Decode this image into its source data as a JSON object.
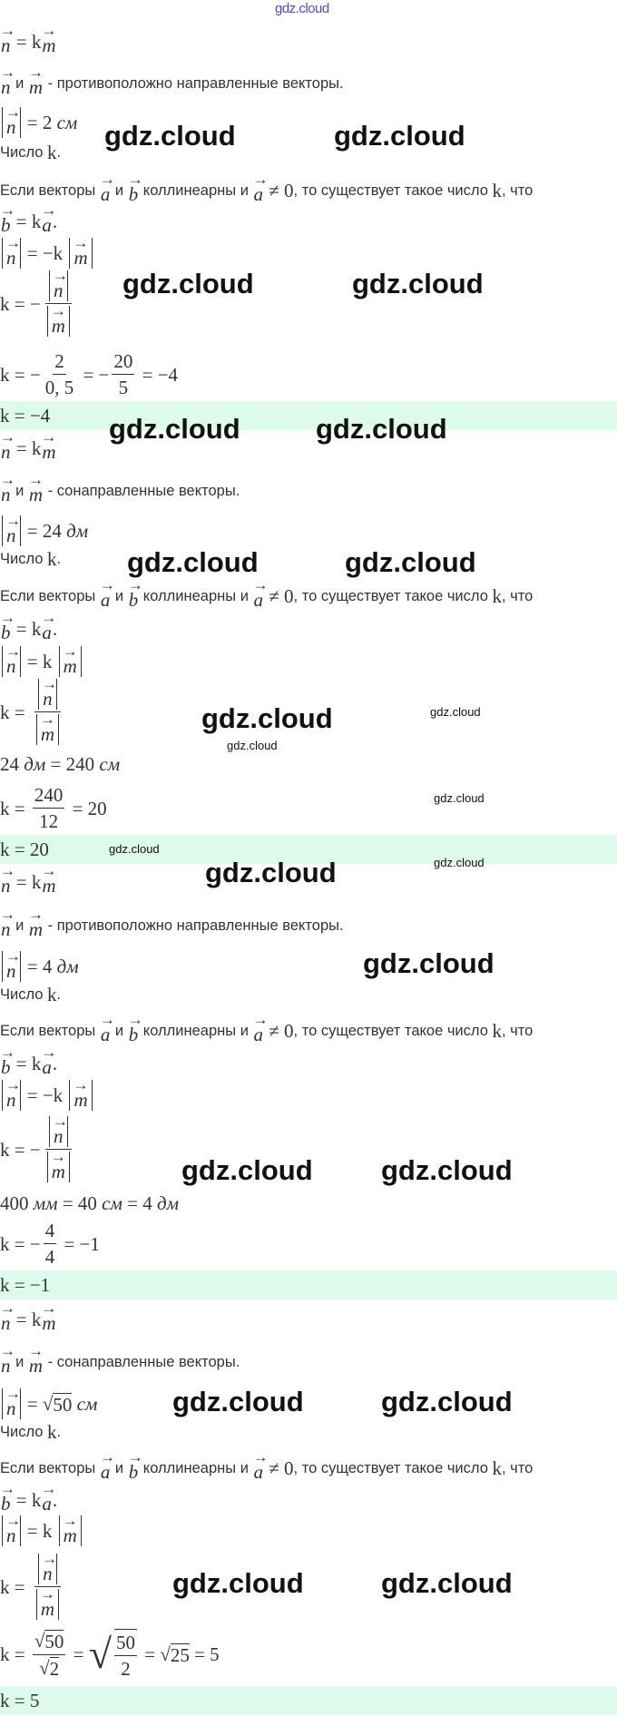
{
  "watermark": "gdz.cloud",
  "answer_bg": "#dcfbea",
  "sections": [
    {
      "lines": [
        [
          {
            "vec": "n"
          },
          {
            "math": " = k"
          },
          {
            "vec": "m"
          }
        ],
        [
          {
            "vec": "n"
          },
          {
            "txt": " и "
          },
          {
            "vec": "m"
          },
          {
            "txt": " - противоположно направленные векторы."
          }
        ],
        [
          {
            "abs": "n"
          },
          {
            "math": " = 2 "
          },
          {
            "unit": "см"
          }
        ],
        [
          {
            "txt": "Число "
          },
          {
            "math": "k"
          },
          {
            "txt": "."
          }
        ],
        [
          {
            "txt": "Если векторы "
          },
          {
            "vec": "a"
          },
          {
            "txt": " и "
          },
          {
            "vec": "b"
          },
          {
            "txt": " коллинеарны и "
          },
          {
            "vec": "a"
          },
          {
            "math": " ≠ 0"
          },
          {
            "txt": ", то существует такое число "
          },
          {
            "math": "k"
          },
          {
            "txt": ", что"
          }
        ],
        [
          {
            "vec": "b"
          },
          {
            "math": " = k"
          },
          {
            "vec": "a"
          },
          {
            "math": "."
          }
        ],
        [
          {
            "abs": "n"
          },
          {
            "math": " = −k "
          },
          {
            "abs": "m"
          }
        ],
        [
          {
            "math": "k = −"
          },
          {
            "frac": {
              "num": [
                {
                  "abs": "n"
                }
              ],
              "den": [
                {
                  "abs": "m"
                }
              ]
            }
          }
        ],
        [
          {
            "math": "k = −"
          },
          {
            "frac": {
              "num": [
                {
                  "math": "2"
                }
              ],
              "den": [
                {
                  "math": "0, 5"
                }
              ]
            }
          },
          {
            "math": " = −"
          },
          {
            "frac": {
              "num": [
                {
                  "math": "20"
                }
              ],
              "den": [
                {
                  "math": "5"
                }
              ]
            }
          },
          {
            "math": " = −4"
          }
        ]
      ],
      "answer": "k = −4"
    },
    {
      "lines": [
        [
          {
            "vec": "n"
          },
          {
            "math": " = k"
          },
          {
            "vec": "m"
          }
        ],
        [
          {
            "vec": "n"
          },
          {
            "txt": " и "
          },
          {
            "vec": "m"
          },
          {
            "txt": " - сонаправленные векторы."
          }
        ],
        [
          {
            "abs": "n"
          },
          {
            "math": " = 24 "
          },
          {
            "unit": "дм"
          }
        ],
        [
          {
            "txt": "Число "
          },
          {
            "math": "k"
          },
          {
            "txt": "."
          }
        ],
        [
          {
            "txt": "Если векторы "
          },
          {
            "vec": "a"
          },
          {
            "txt": " и "
          },
          {
            "vec": "b"
          },
          {
            "txt": " коллинеарны и "
          },
          {
            "vec": "a"
          },
          {
            "math": " ≠ 0"
          },
          {
            "txt": ", то существует такое число "
          },
          {
            "math": "k"
          },
          {
            "txt": ", что"
          }
        ],
        [
          {
            "vec": "b"
          },
          {
            "math": " = k"
          },
          {
            "vec": "a"
          },
          {
            "math": "."
          }
        ],
        [
          {
            "abs": "n"
          },
          {
            "math": " = k "
          },
          {
            "abs": "m"
          }
        ],
        [
          {
            "math": "k = "
          },
          {
            "frac": {
              "num": [
                {
                  "abs": "n"
                }
              ],
              "den": [
                {
                  "abs": "m"
                }
              ]
            }
          }
        ],
        [
          {
            "math": "24 "
          },
          {
            "unit": "дм"
          },
          {
            "math": " = 240 "
          },
          {
            "unit": "см"
          }
        ],
        [
          {
            "math": "k = "
          },
          {
            "frac": {
              "num": [
                {
                  "math": "240"
                }
              ],
              "den": [
                {
                  "math": "12"
                }
              ]
            }
          },
          {
            "math": " = 20"
          }
        ]
      ],
      "answer": "k = 20"
    },
    {
      "lines": [
        [
          {
            "vec": "n"
          },
          {
            "math": " = k"
          },
          {
            "vec": "m"
          }
        ],
        [
          {
            "vec": "n"
          },
          {
            "txt": " и "
          },
          {
            "vec": "m"
          },
          {
            "txt": " - противоположно направленные векторы."
          }
        ],
        [
          {
            "abs": "n"
          },
          {
            "math": " = 4 "
          },
          {
            "unit": "дм"
          }
        ],
        [
          {
            "txt": "Число "
          },
          {
            "math": "k"
          },
          {
            "txt": "."
          }
        ],
        [
          {
            "txt": "Если векторы "
          },
          {
            "vec": "a"
          },
          {
            "txt": " и "
          },
          {
            "vec": "b"
          },
          {
            "txt": " коллинеарны и "
          },
          {
            "vec": "a"
          },
          {
            "math": " ≠ 0"
          },
          {
            "txt": ", то существует такое число "
          },
          {
            "math": "k"
          },
          {
            "txt": ", что"
          }
        ],
        [
          {
            "vec": "b"
          },
          {
            "math": " = k"
          },
          {
            "vec": "a"
          },
          {
            "math": "."
          }
        ],
        [
          {
            "abs": "n"
          },
          {
            "math": " = −k "
          },
          {
            "abs": "m"
          }
        ],
        [
          {
            "math": "k = −"
          },
          {
            "frac": {
              "num": [
                {
                  "abs": "n"
                }
              ],
              "den": [
                {
                  "abs": "m"
                }
              ]
            }
          }
        ],
        [
          {
            "math": "400 "
          },
          {
            "unit": "мм"
          },
          {
            "math": " = 40 "
          },
          {
            "unit": "см"
          },
          {
            "math": " = 4 "
          },
          {
            "unit": "дм"
          }
        ],
        [
          {
            "math": "k = −"
          },
          {
            "frac": {
              "num": [
                {
                  "math": "4"
                }
              ],
              "den": [
                {
                  "math": "4"
                }
              ]
            }
          },
          {
            "math": " = −1"
          }
        ]
      ],
      "answer": "k = −1"
    },
    {
      "lines": [
        [
          {
            "vec": "n"
          },
          {
            "math": " = k"
          },
          {
            "vec": "m"
          }
        ],
        [
          {
            "vec": "n"
          },
          {
            "txt": " и "
          },
          {
            "vec": "m"
          },
          {
            "txt": " - сонаправленные векторы."
          }
        ],
        [
          {
            "abs": "n"
          },
          {
            "math": " = "
          },
          {
            "sqrt": "50"
          },
          {
            "math": " "
          },
          {
            "unit": "см"
          }
        ],
        [
          {
            "txt": "Число "
          },
          {
            "math": "k"
          },
          {
            "txt": "."
          }
        ],
        [
          {
            "txt": "Если векторы "
          },
          {
            "vec": "a"
          },
          {
            "txt": " и "
          },
          {
            "vec": "b"
          },
          {
            "txt": " коллинеарны и "
          },
          {
            "vec": "a"
          },
          {
            "math": " ≠ 0"
          },
          {
            "txt": ", то существует такое число "
          },
          {
            "math": "k"
          },
          {
            "txt": ", что"
          }
        ],
        [
          {
            "vec": "b"
          },
          {
            "math": " = k"
          },
          {
            "vec": "a"
          },
          {
            "math": "."
          }
        ],
        [
          {
            "abs": "n"
          },
          {
            "math": " = k "
          },
          {
            "abs": "m"
          }
        ],
        [
          {
            "math": "k = "
          },
          {
            "frac": {
              "num": [
                {
                  "abs": "n"
                }
              ],
              "den": [
                {
                  "abs": "m"
                }
              ]
            }
          }
        ],
        [
          {
            "math": "k = "
          },
          {
            "frac": {
              "num": [
                {
                  "sqrt": "50"
                }
              ],
              "den": [
                {
                  "sqrt": "2"
                }
              ]
            }
          },
          {
            "math": " = "
          },
          {
            "sqrtfrac": {
              "num": [
                {
                  "math": "50"
                }
              ],
              "den": [
                {
                  "math": "2"
                }
              ]
            }
          },
          {
            "math": " = "
          },
          {
            "sqrt": "25"
          },
          {
            "math": " = 5"
          }
        ]
      ],
      "answer": "k = 5"
    }
  ]
}
